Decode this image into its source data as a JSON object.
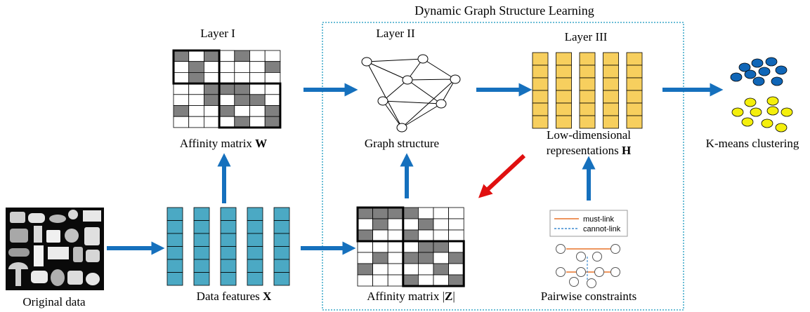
{
  "title": "Dynamic Graph Structure Learning",
  "layer1": "Layer I",
  "layer2": "Layer II",
  "layer3": "Layer III",
  "affinity_w": {
    "text": "Affinity matrix ",
    "symbol": "W"
  },
  "graph_structure": "Graph structure",
  "low_dim": {
    "line1": "Low-dimensional",
    "line2": "representations ",
    "symbol": "H"
  },
  "kmeans": "K-means clustering",
  "original_data": "Original data",
  "data_features": {
    "text": "Data features ",
    "symbol": "X"
  },
  "affinity_z": {
    "text": "Affinity matrix |",
    "symbol": "Z",
    "tail": "|"
  },
  "pairwise": "Pairwise constraints",
  "legend": {
    "must": "must-link",
    "cannot": "cannot-link"
  },
  "colors": {
    "arrow_blue": "#1570bd",
    "arrow_red": "#e01010",
    "feature_teal": "#4ba9c4",
    "feature_yellow": "#f7cf5e",
    "cell_gray": "#808080",
    "dashed_box": "#3aa7c9",
    "dot_blue": "#1066b7",
    "dot_yellow": "#f4ef0c",
    "must_link": "#e8742a",
    "cannot_link": "#3f8bd0"
  },
  "matrix_w_gray_cells": [
    [
      0,
      0
    ],
    [
      0,
      2
    ],
    [
      0,
      4
    ],
    [
      1,
      1
    ],
    [
      2,
      1
    ],
    [
      1,
      6
    ],
    [
      3,
      2
    ],
    [
      3,
      3
    ],
    [
      3,
      4
    ],
    [
      4,
      2
    ],
    [
      4,
      4
    ],
    [
      4,
      5
    ],
    [
      5,
      0
    ],
    [
      5,
      3
    ],
    [
      5,
      6
    ],
    [
      6,
      4
    ],
    [
      6,
      6
    ]
  ],
  "matrix_z_gray_cells": [
    [
      0,
      0
    ],
    [
      0,
      1
    ],
    [
      0,
      2
    ],
    [
      0,
      3
    ],
    [
      1,
      1
    ],
    [
      2,
      0
    ],
    [
      1,
      4
    ],
    [
      2,
      3
    ],
    [
      3,
      4
    ],
    [
      3,
      5
    ],
    [
      4,
      1
    ],
    [
      4,
      3
    ],
    [
      4,
      4
    ],
    [
      4,
      6
    ],
    [
      5,
      0
    ],
    [
      5,
      5
    ],
    [
      6,
      3
    ],
    [
      6,
      6
    ]
  ]
}
